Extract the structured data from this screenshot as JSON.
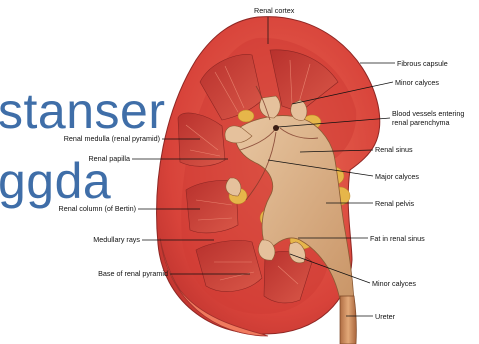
{
  "background_text": {
    "line1": "stanser",
    "line2": "ggda"
  },
  "colors": {
    "background_text": "#3f6ea8",
    "cortex": "#d8433a",
    "medulla": "#c23a33",
    "fat": "#e6b64a",
    "pelvis": "#d9b08a",
    "labels": "#111111"
  },
  "labels": {
    "renal_cortex": "Renal cortex",
    "fibrous_capsule": "Fibrous capsule",
    "minor_calyces_top": "Minor calyces",
    "blood_vessels_1": "Blood vessels entering",
    "blood_vessels_2": "renal parenchyma",
    "renal_sinus": "Renal sinus",
    "major_calyces": "Major calyces",
    "renal_pelvis": "Renal pelvis",
    "fat_in_renal_sinus": "Fat in renal sinus",
    "minor_calyces_bottom": "Minor calyces",
    "ureter": "Ureter",
    "renal_medulla": "Renal medulla (renal pyramid)",
    "renal_papilla": "Renal papilla",
    "renal_column": "Renal column (of Bertin)",
    "medullary_rays": "Medullary rays",
    "base_of_renal_pyramid": "Base of renal pyramid"
  }
}
